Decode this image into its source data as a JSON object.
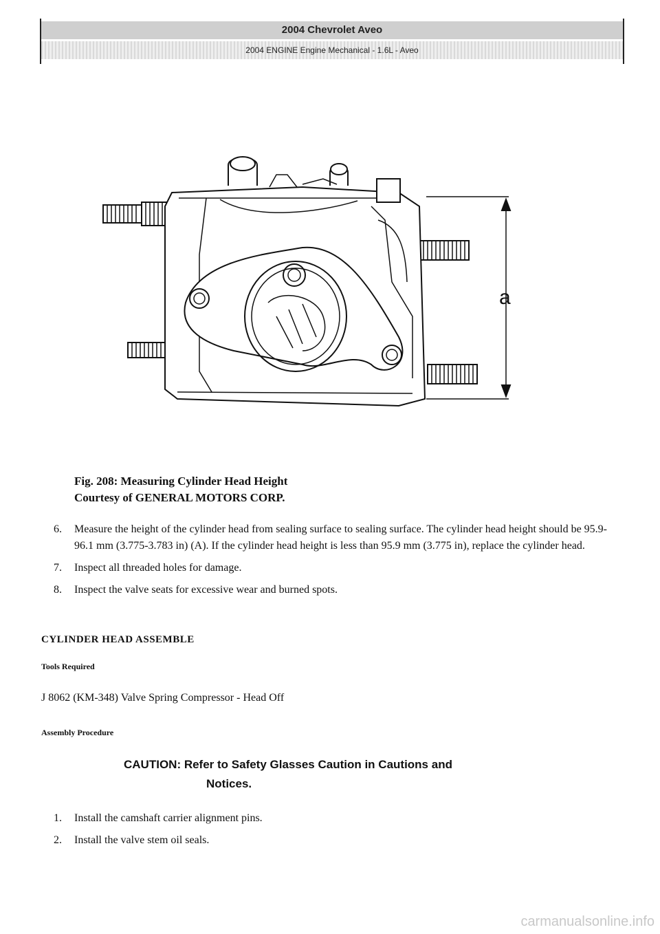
{
  "header": {
    "title": "2004 Chevrolet Aveo",
    "subtitle": "2004 ENGINE Engine Mechanical - 1.6L - Aveo"
  },
  "figure": {
    "label": "a"
  },
  "caption": {
    "line1": "Fig. 208: Measuring Cylinder Head Height",
    "line2": "Courtesy of GENERAL MOTORS CORP."
  },
  "steps": [
    {
      "num": "6.",
      "text": "Measure the height of the cylinder head from sealing surface to sealing surface. The cylinder head height should be 95.9-96.1 mm (3.775-3.783 in) (A). If the cylinder head height is less than 95.9 mm (3.775 in), replace the cylinder head."
    },
    {
      "num": "7.",
      "text": "Inspect all threaded holes for damage."
    },
    {
      "num": "8.",
      "text": "Inspect the valve seats for excessive wear and burned spots."
    }
  ],
  "section": {
    "title": "CYLINDER HEAD ASSEMBLE",
    "tools_heading": "Tools Required",
    "tool": "J 8062 (KM-348) Valve Spring Compressor - Head Off",
    "procedure_heading": "Assembly Procedure"
  },
  "caution": {
    "line1": "CAUTION: Refer to Safety Glasses Caution in Cautions and",
    "line2": "Notices."
  },
  "steps2": [
    {
      "num": "1.",
      "text": "Install the camshaft carrier alignment pins."
    },
    {
      "num": "2.",
      "text": "Install the valve stem oil seals."
    }
  ],
  "watermark": "carmanualsonline.info"
}
